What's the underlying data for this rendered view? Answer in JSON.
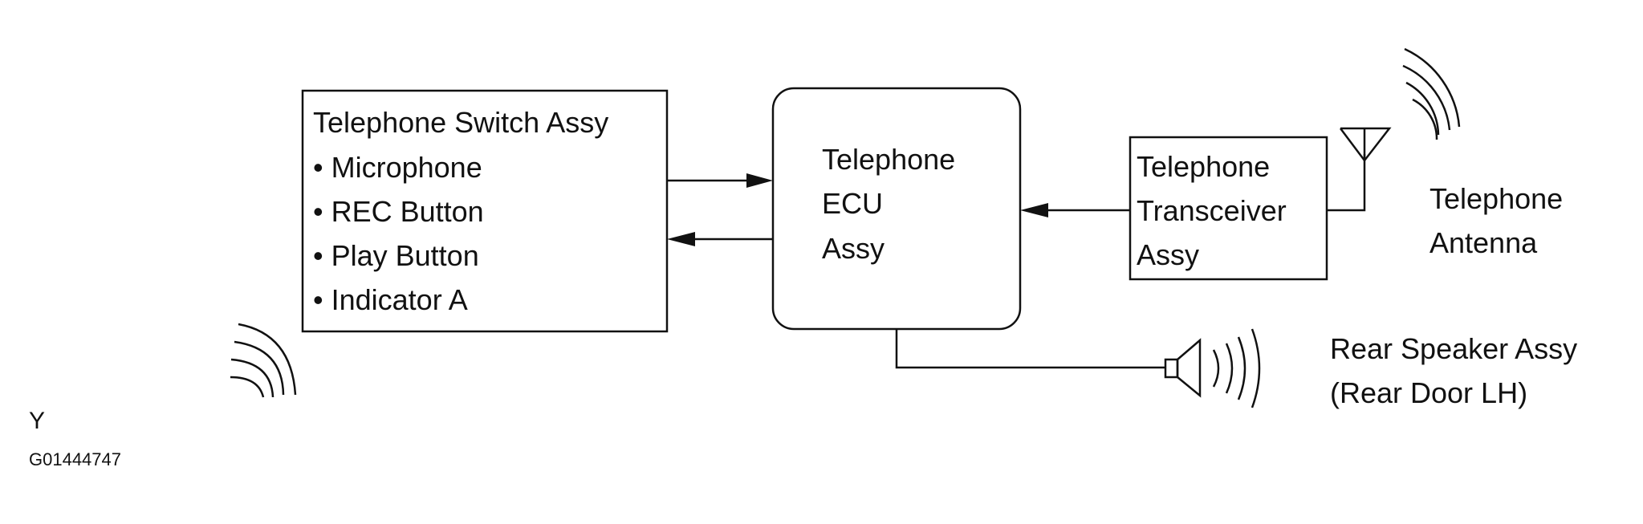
{
  "switch_assy": {
    "title": "Telephone Switch Assy",
    "items": [
      "• Microphone",
      "• REC Button",
      "• Play Button",
      "• Indicator A"
    ]
  },
  "ecu": {
    "lines": [
      "Telephone",
      "ECU",
      "Assy"
    ]
  },
  "transceiver": {
    "lines": [
      "Telephone",
      "Transceiver",
      "Assy"
    ]
  },
  "antenna": {
    "lines": [
      "Telephone",
      "Antenna"
    ]
  },
  "speaker": {
    "lines": [
      "Rear Speaker Assy",
      "(Rear Door LH)"
    ]
  },
  "figure": {
    "letter": "Y",
    "code": "G01444747"
  },
  "colors": {
    "line": "#111111",
    "background": "#ffffff"
  }
}
